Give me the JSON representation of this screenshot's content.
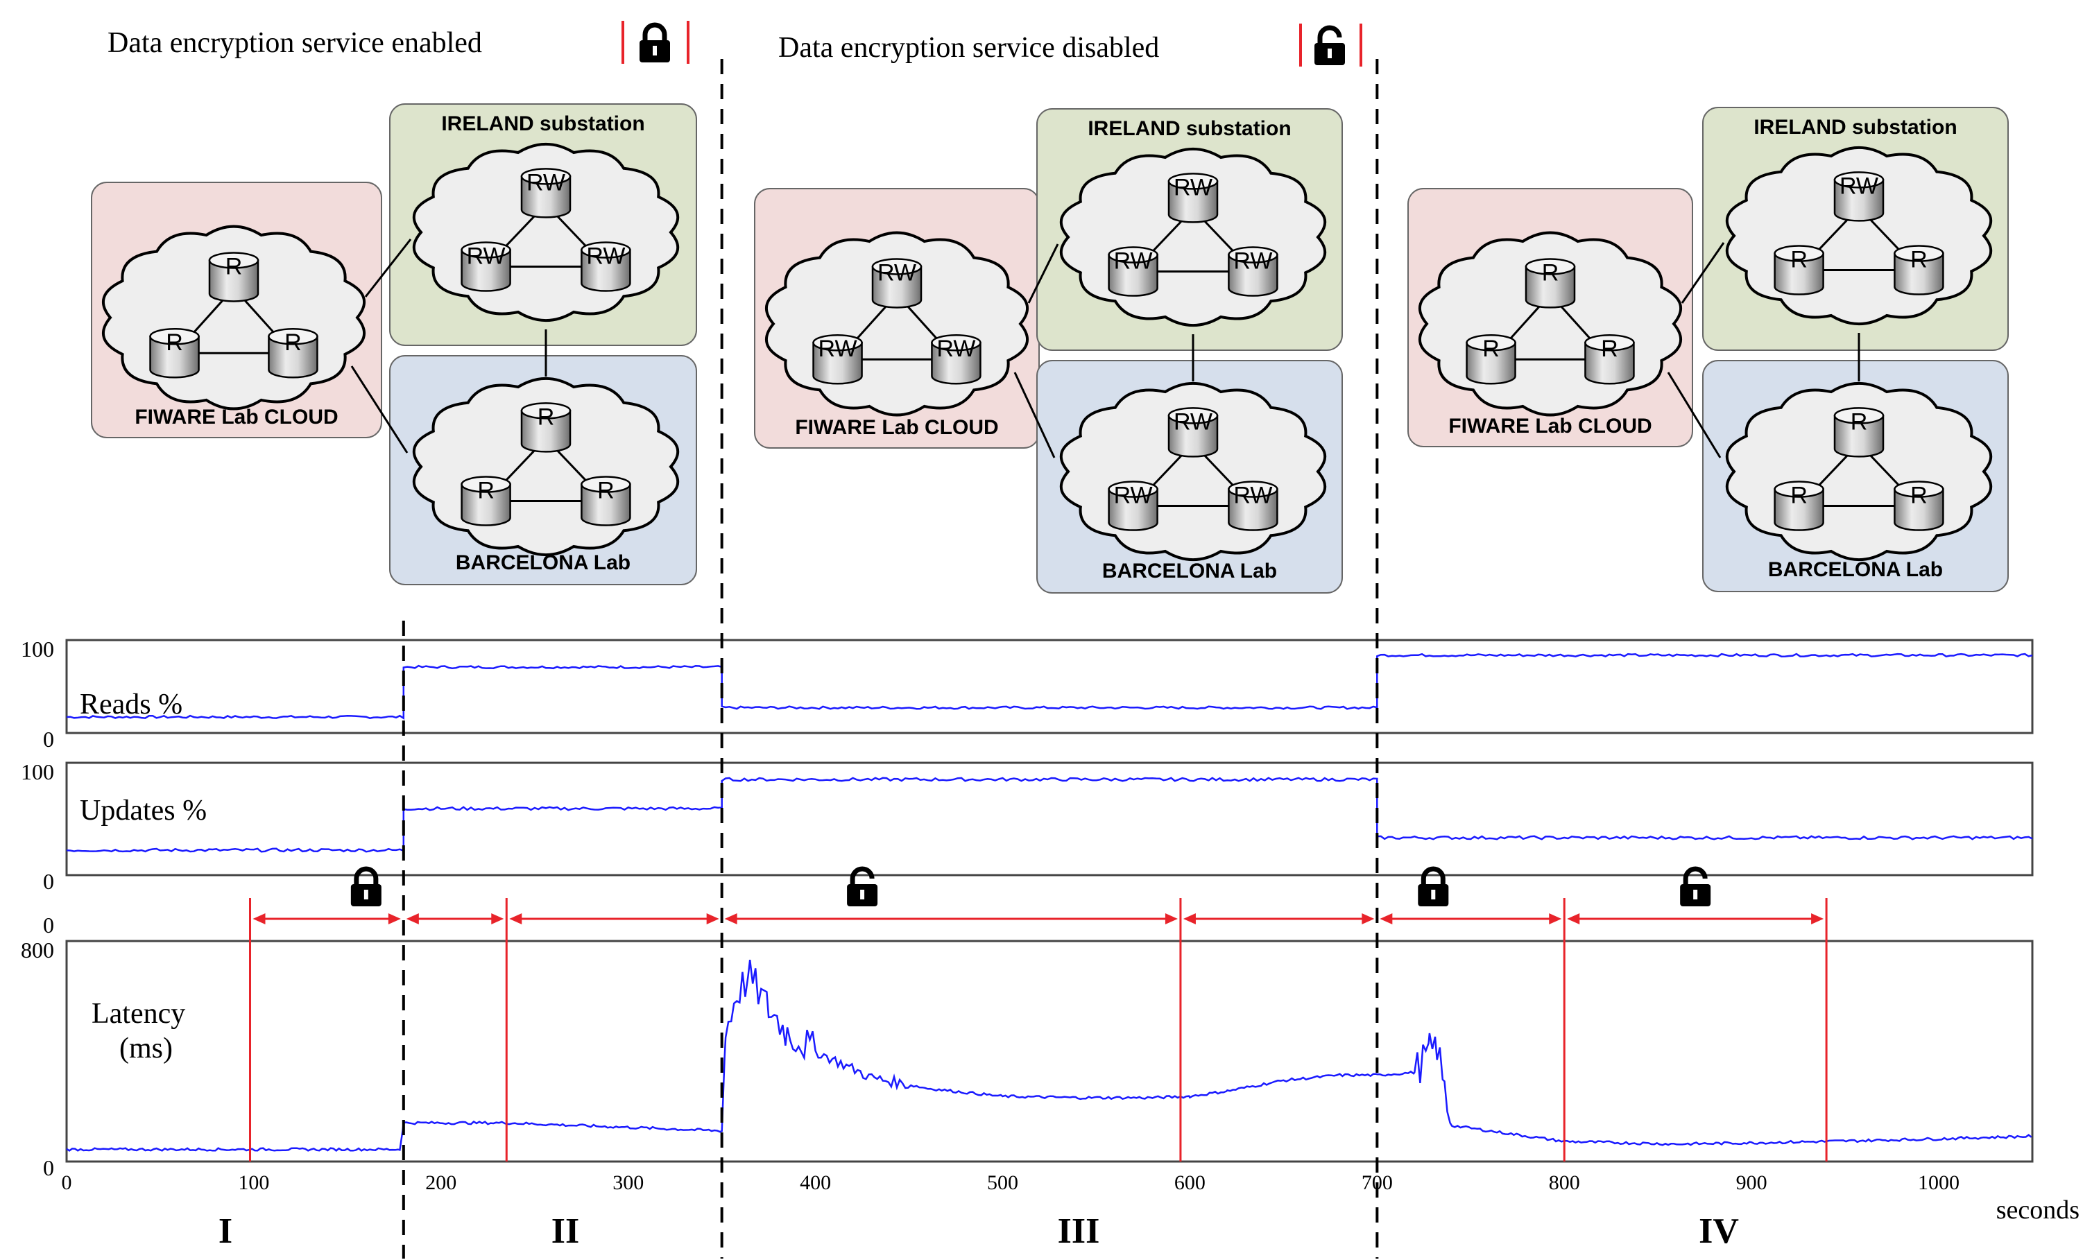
{
  "legend": {
    "enabled_text": "Data encryption service  enabled",
    "disabled_text": "Data encryption service  disabled",
    "enabled_icon": "lock-closed-icon",
    "disabled_icon": "lock-open-icon"
  },
  "colors": {
    "red": "#e8232a",
    "blue": "#1a1aff",
    "pink_box": "#f2dcdb",
    "green_box": "#dde4cc",
    "blue_box": "#d6dfec",
    "cloud": "#eeeeee"
  },
  "topologies": [
    {
      "ireland": {
        "label": "IRELAND substation",
        "nodes": [
          "RW",
          "RW",
          "RW"
        ]
      },
      "fiware": {
        "label": "FIWARE Lab CLOUD",
        "nodes": [
          "R",
          "R",
          "R"
        ]
      },
      "barcelona": {
        "label": "BARCELONA Lab",
        "nodes": [
          "R",
          "R",
          "R"
        ]
      }
    },
    {
      "ireland": {
        "label": "IRELAND substation",
        "nodes": [
          "RW",
          "RW",
          "RW"
        ]
      },
      "fiware": {
        "label": "FIWARE Lab CLOUD",
        "nodes": [
          "RW",
          "RW",
          "RW"
        ]
      },
      "barcelona": {
        "label": "BARCELONA Lab",
        "nodes": [
          "RW",
          "RW",
          "RW"
        ]
      }
    },
    {
      "ireland": {
        "label": "IRELAND substation",
        "nodes": [
          "RW",
          "R",
          "R"
        ]
      },
      "fiware": {
        "label": "FIWARE Lab CLOUD",
        "nodes": [
          "R",
          "R",
          "R"
        ]
      },
      "barcelona": {
        "label": "BARCELONA Lab",
        "nodes": [
          "R",
          "R",
          "R"
        ]
      }
    }
  ],
  "chart_data": [
    {
      "type": "line",
      "ylabel": "Reads %",
      "ylim": [
        0,
        100
      ],
      "y_ticks": [
        "100",
        "0"
      ],
      "segments": [
        {
          "x": [
            0,
            180
          ],
          "y": 14
        },
        {
          "x": [
            180,
            350
          ],
          "y": 73
        },
        {
          "x": [
            350,
            700
          ],
          "y": 25
        },
        {
          "x": [
            700,
            1050
          ],
          "y": 87
        }
      ]
    },
    {
      "type": "line",
      "ylabel": "Updates %",
      "ylim": [
        0,
        100
      ],
      "y_ticks": [
        "100",
        "0"
      ],
      "segments": [
        {
          "x": [
            0,
            180
          ],
          "y": 20
        },
        {
          "x": [
            180,
            350
          ],
          "y": 60
        },
        {
          "x": [
            350,
            700
          ],
          "y": 88
        },
        {
          "x": [
            700,
            1050
          ],
          "y": 32
        }
      ]
    },
    {
      "type": "line",
      "ylabel": "Latency",
      "ylabel2": "(ms)",
      "xlabel": "seconds",
      "ylim": [
        0,
        800
      ],
      "xlim": [
        0,
        1050
      ],
      "y_ticks": [
        "800",
        "0"
      ],
      "x_ticks": [
        0,
        100,
        200,
        300,
        400,
        500,
        600,
        700,
        800,
        900,
        1000
      ],
      "series": [
        {
          "x": [
            0,
            178,
            180,
            235,
            350,
            352,
            358,
            365,
            375,
            385,
            400,
            430,
            460,
            500,
            540,
            580,
            600,
            620,
            650,
            680,
            700,
            720,
            728,
            732,
            736,
            740,
            800,
            860,
            900,
            940,
            1000,
            1050
          ],
          "y": [
            30,
            30,
            130,
            130,
            100,
            470,
            620,
            680,
            560,
            470,
            400,
            300,
            260,
            230,
            225,
            225,
            230,
            250,
            290,
            310,
            310,
            320,
            400,
            420,
            250,
            120,
            60,
            50,
            55,
            60,
            70,
            80
          ]
        }
      ]
    }
  ],
  "phases": {
    "labels": [
      "I",
      "II",
      "III",
      "IV"
    ],
    "dividers_s": [
      180,
      350,
      700
    ],
    "ranges_s": [
      [
        98,
        180
      ],
      [
        180,
        235
      ],
      [
        235,
        350
      ],
      [
        350,
        595
      ],
      [
        595,
        700
      ],
      [
        700,
        800
      ],
      [
        800,
        940
      ]
    ],
    "markers_s": [
      98,
      235,
      595,
      800,
      940
    ],
    "lock_icons": [
      {
        "at_s": 160,
        "icon": "lock-closed-icon"
      },
      {
        "at_s": 425,
        "icon": "lock-open-icon"
      },
      {
        "at_s": 730,
        "icon": "lock-closed-icon"
      },
      {
        "at_s": 870,
        "icon": "lock-open-icon"
      }
    ],
    "extra_zero": "0"
  }
}
